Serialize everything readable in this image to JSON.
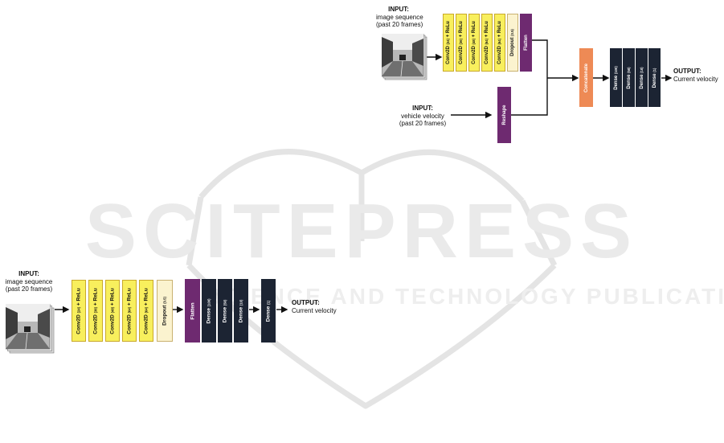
{
  "watermark": {
    "main": "SCITEPRESS",
    "sub": "SCIENCE AND TECHNOLOGY PUBLICATIONS"
  },
  "top": {
    "input_image_title": "INPUT:",
    "input_image_text1": "image sequence",
    "input_image_text2": "(past 20 frames)",
    "input_velocity_title": "INPUT:",
    "input_velocity_text1": "vehicle velocity",
    "input_velocity_text2": "(past 20 frames)",
    "conv": [
      {
        "name": "Conv2D",
        "param": "(24)",
        "act": "+ ReLu"
      },
      {
        "name": "Conv2D",
        "param": "(36)",
        "act": "+ ReLu"
      },
      {
        "name": "Conv2D",
        "param": "(48)",
        "act": "+ ReLu"
      },
      {
        "name": "Conv2D",
        "param": "(64)",
        "act": "+ ReLu"
      },
      {
        "name": "Conv2D",
        "param": "(64)",
        "act": "+ ReLu"
      }
    ],
    "dropout": {
      "name": "Dropout",
      "param": "(0.5)"
    },
    "flatten": "Flatten",
    "reshape": "Reshape",
    "concatenate": "Concatenate",
    "dense": [
      {
        "name": "Dense",
        "param": "(100)"
      },
      {
        "name": "Dense",
        "param": "(50)"
      },
      {
        "name": "Dense",
        "param": "(10)"
      },
      {
        "name": "Dense",
        "param": "(1)"
      }
    ],
    "output_title": "OUTPUT:",
    "output_text": "Current velocity"
  },
  "bottom": {
    "input_image_title": "INPUT:",
    "input_image_text1": "image sequence",
    "input_image_text2": "(past 20 frames)",
    "conv": [
      {
        "name": "Conv2D",
        "param": "(24)",
        "act": "+ ReLu"
      },
      {
        "name": "Conv2D",
        "param": "(36)",
        "act": "+ ReLu"
      },
      {
        "name": "Conv2D",
        "param": "(48)",
        "act": "+ ReLu"
      },
      {
        "name": "Conv2D",
        "param": "(64)",
        "act": "+ ReLu"
      },
      {
        "name": "Conv2D",
        "param": "(64)",
        "act": "+ ReLu"
      }
    ],
    "dropout": {
      "name": "Dropout",
      "param": "(0.5)"
    },
    "flatten": "Flatten",
    "dense": [
      {
        "name": "Dense",
        "param": "(100)"
      },
      {
        "name": "Dense",
        "param": "(50)"
      },
      {
        "name": "Dense",
        "param": "(10)"
      },
      {
        "name": "Dense",
        "param": "(1)"
      }
    ],
    "output_title": "OUTPUT:",
    "output_text": "Current velocity"
  },
  "colors": {
    "conv": "#f8ef5d",
    "dropout": "#fbf3cf",
    "flatten": "#6e2a70",
    "dense": "#1c2433",
    "concatenate": "#ee8a55"
  }
}
